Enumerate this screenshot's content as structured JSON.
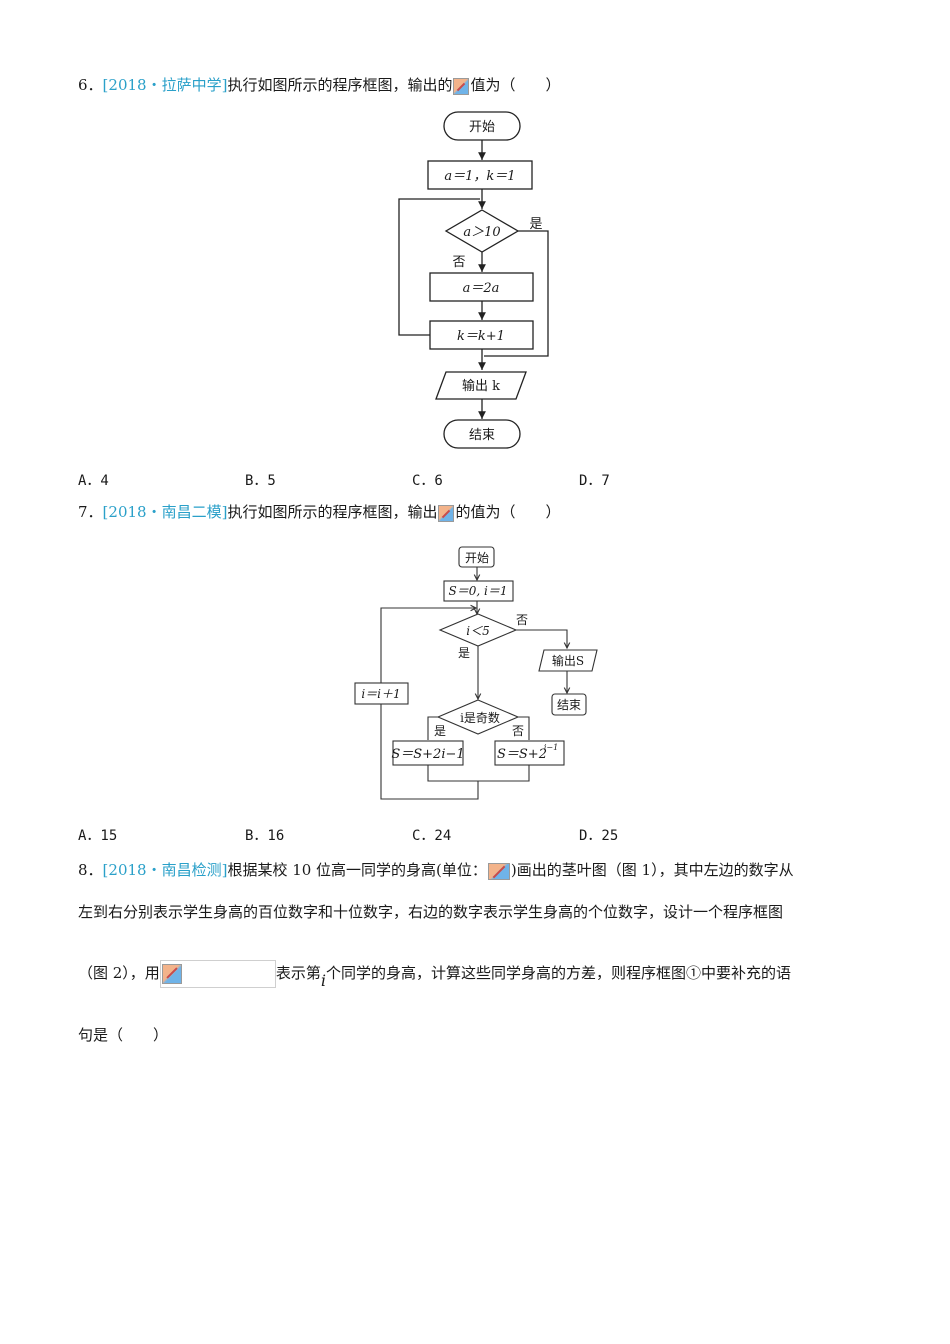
{
  "q6": {
    "number": "6．",
    "tag": "[2018・拉萨中学]",
    "text_before": "执行如图所示的程序框图，输出的",
    "text_after": "值为（　　）",
    "flow": {
      "start": "开始",
      "init": "a＝1，k＝1",
      "cond": "a＞10",
      "yes": "是",
      "no": "否",
      "step1": "a＝2a",
      "step2": "k＝k+1",
      "output": "输出 k",
      "end": "结束"
    },
    "options": [
      "A．4",
      "B．5",
      "C．6",
      "D．7"
    ]
  },
  "q7": {
    "number": "7．",
    "tag": "[2018・南昌二模]",
    "text_before": "执行如图所示的程序框图，输出",
    "text_after": "的值为（　　）",
    "flow": {
      "start": "开始",
      "init": "S＝0, i＝1",
      "cond": "i＜5",
      "no": "否",
      "yes": "是",
      "output": "输出S",
      "end": "结束",
      "incr": "i＝i＋1",
      "cond2": "i是奇数",
      "yes2": "是",
      "no2": "否",
      "leftbox": "S＝S+2i−1",
      "rightbox_base": "S＝S+2",
      "rightbox_exp": "i−1"
    },
    "options": [
      "A．15",
      "B．16",
      "C．24",
      "D．25"
    ]
  },
  "q8": {
    "number": "8．",
    "tag": "[2018・南昌检测]",
    "line1_a": "根据某校 10 位高一同学的身高(单位：",
    "line1_b": ")画出的茎叶图（图 1），其中左边的数字从",
    "line2": "左到右分别表示学生身高的百位数字和十位数字，右边的数字表示学生身高的个位数字，设计一个程序框图",
    "line3_a": "（图 2），用",
    "line3_b": "表示第",
    "line3_i": "i",
    "line3_c": "个同学的身高，计算这些同学身高的方差，则程序框图①中要补充的语",
    "line4": "句是（　　）"
  }
}
